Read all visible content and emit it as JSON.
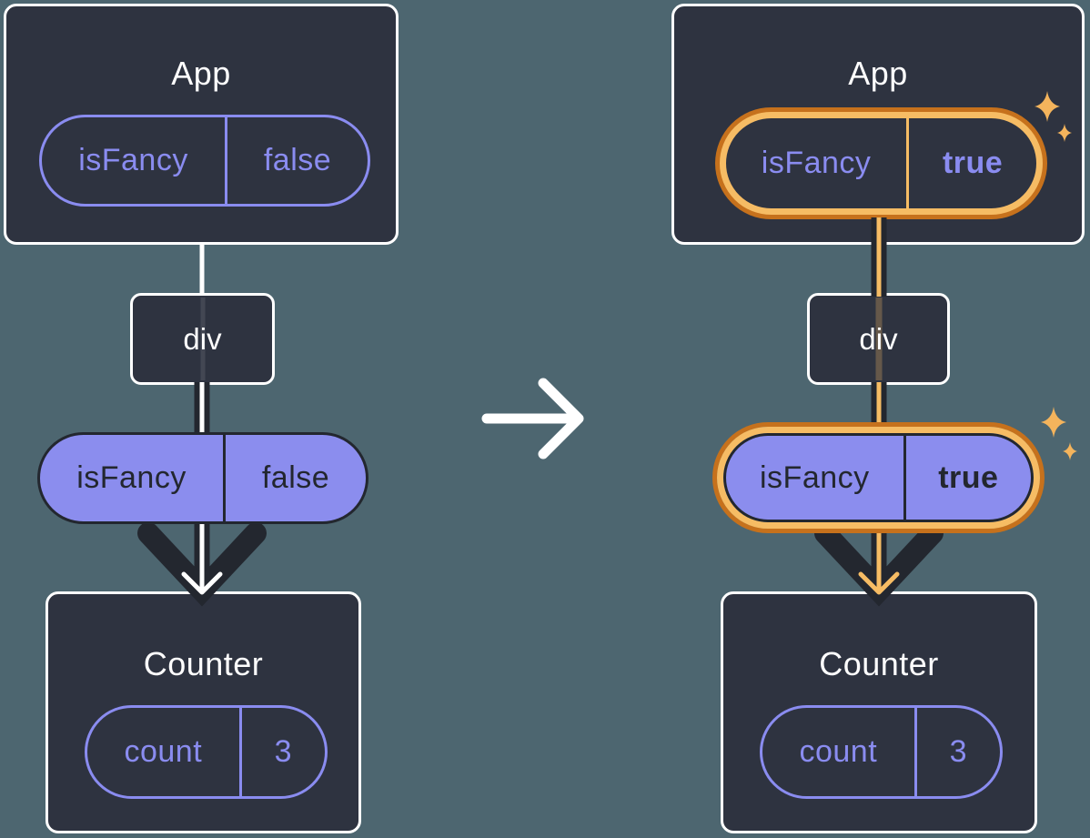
{
  "colors": {
    "bg": "#4d6670",
    "panel": "#2e3340",
    "white": "#ffffff",
    "purple": "#8a8cf0",
    "purple-fill": "#8b8dee",
    "ink": "#23272f",
    "orange-dark": "#c6711c",
    "orange-light": "#f6bc64",
    "sparkle": "#f4b45c"
  },
  "icons": {
    "transition_arrow": "arrow-right",
    "sparkle": "four-point-star"
  },
  "before": {
    "app": {
      "title": "App",
      "prop_name": "isFancy",
      "prop_value": "false"
    },
    "div_label": "div",
    "passed_prop": {
      "name": "isFancy",
      "value": "false"
    },
    "counter": {
      "title": "Counter",
      "state_name": "count",
      "state_value": "3"
    }
  },
  "after": {
    "app": {
      "title": "App",
      "prop_name": "isFancy",
      "prop_value": "true"
    },
    "div_label": "div",
    "passed_prop": {
      "name": "isFancy",
      "value": "true"
    },
    "counter": {
      "title": "Counter",
      "state_name": "count",
      "state_value": "3"
    }
  }
}
